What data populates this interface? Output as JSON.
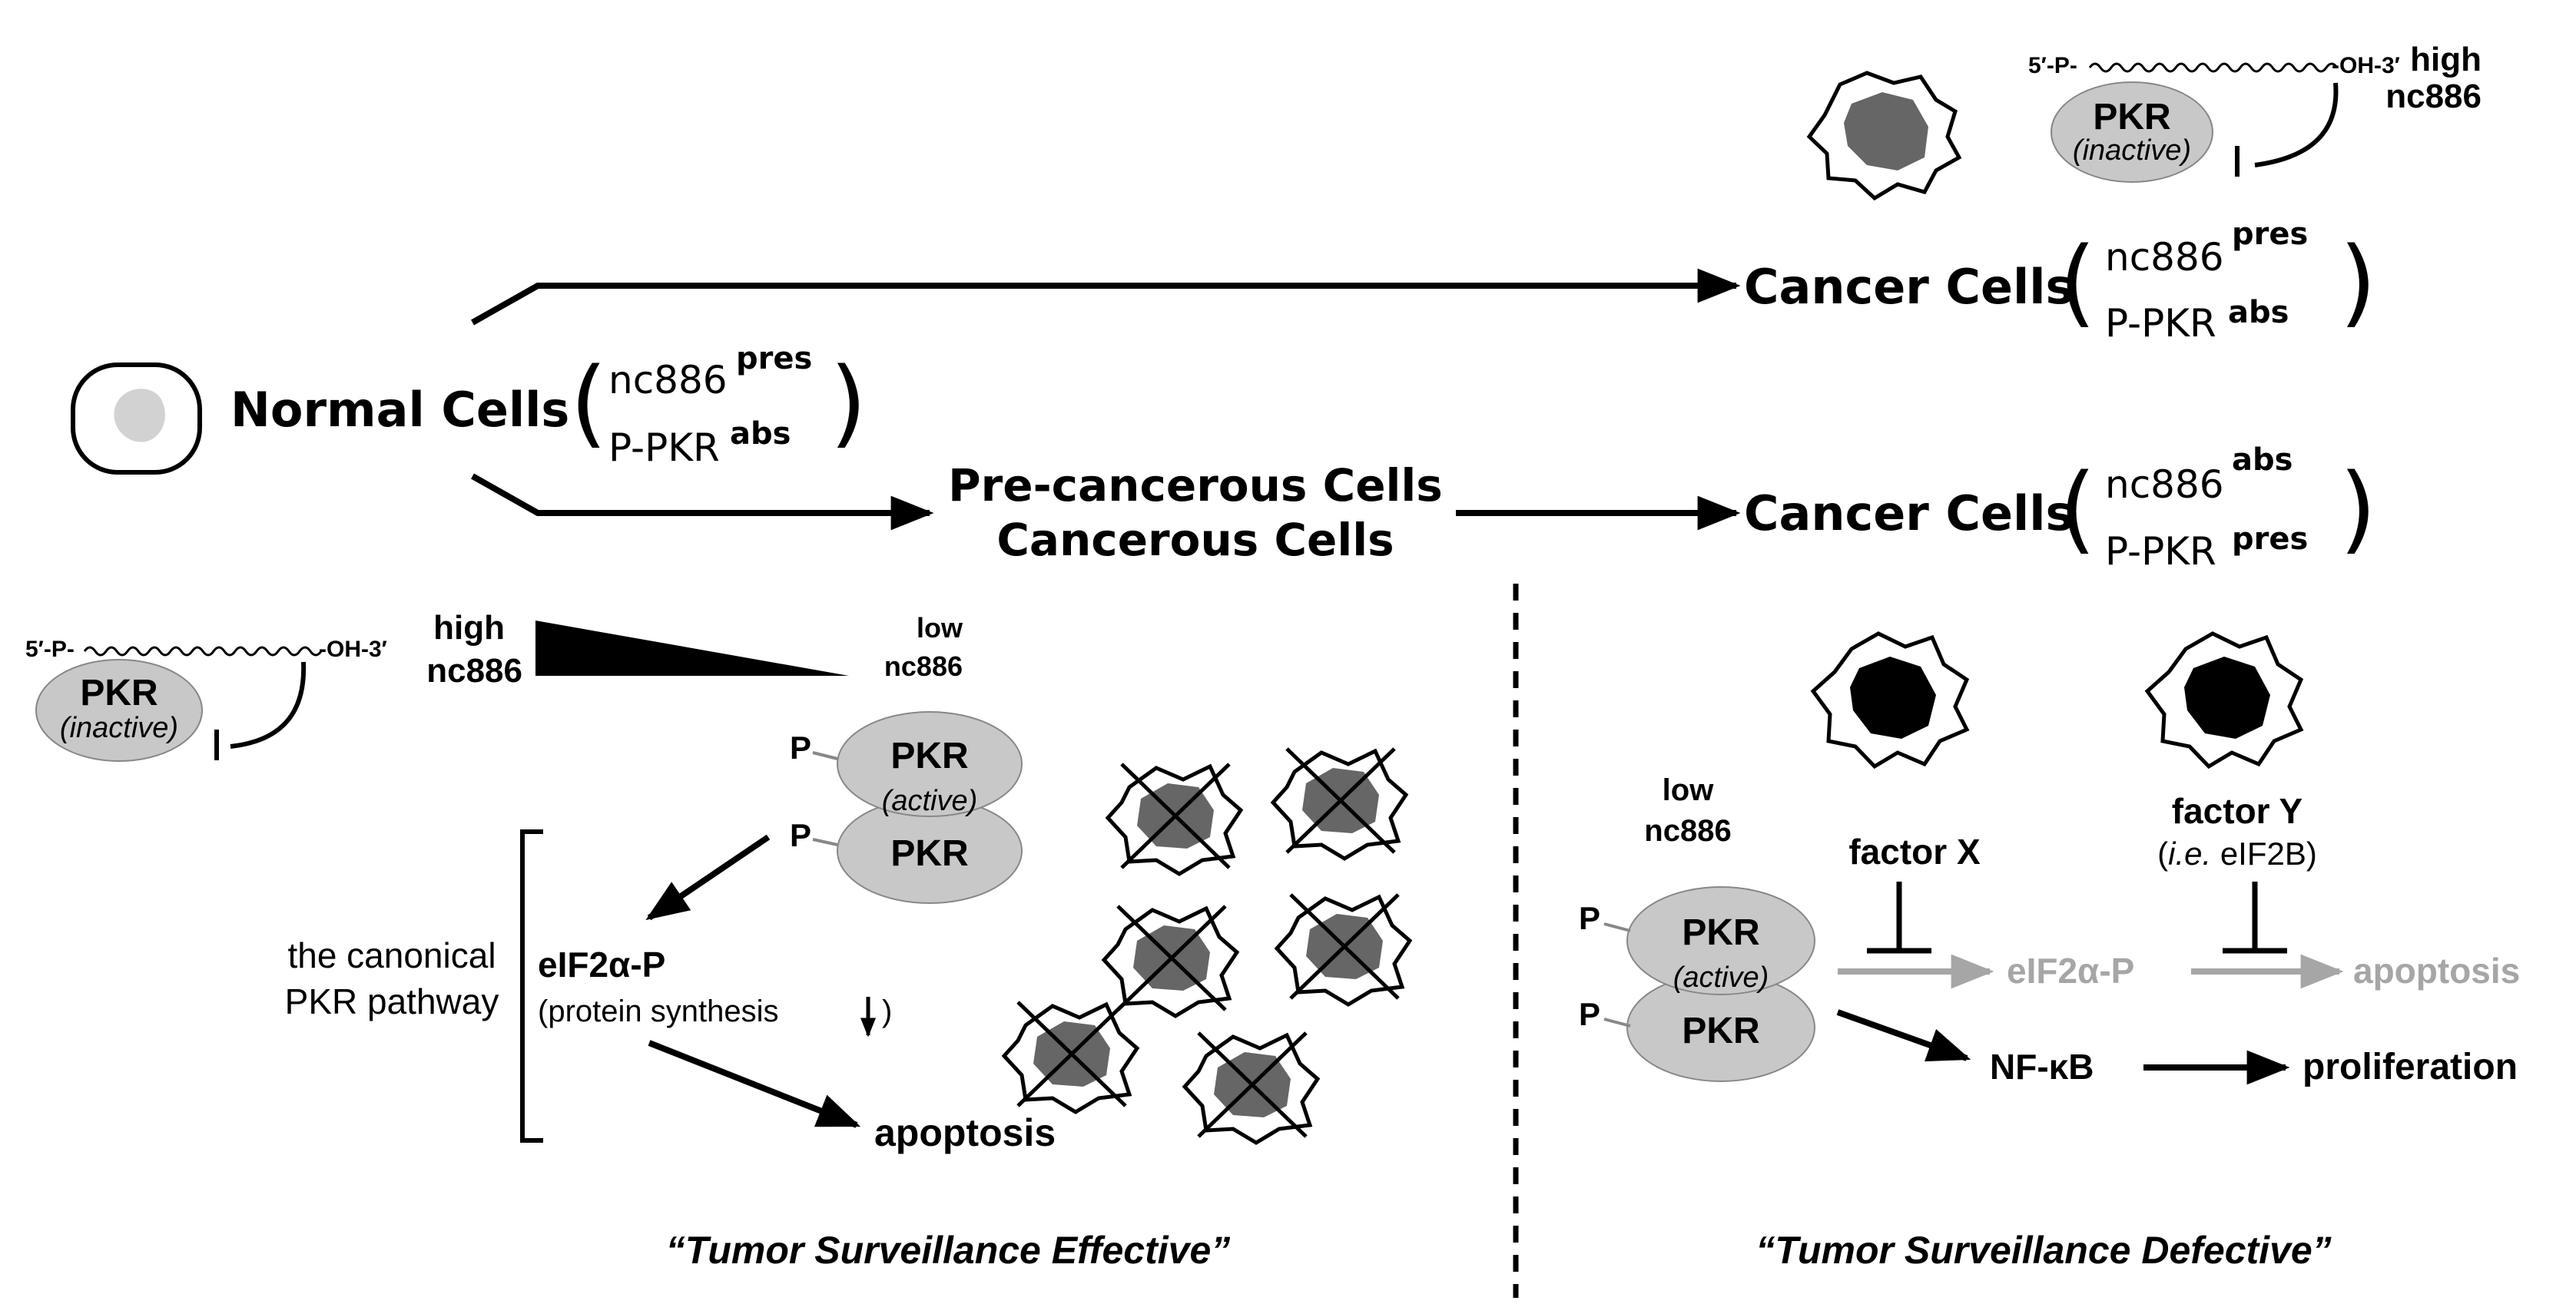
{
  "normal": {
    "label": "Normal Cells",
    "nc886": "nc886",
    "nc886_state": "pres",
    "ppkr": "P-PKR",
    "ppkr_state": "abs"
  },
  "cancer_top": {
    "label": "Cancer Cells",
    "nc886": "nc886",
    "nc886_state": "pres",
    "ppkr": "P-PKR",
    "ppkr_state": "abs"
  },
  "precancer": {
    "line1": "Pre-cancerous Cells",
    "line2": "Cancerous Cells"
  },
  "cancer_mid": {
    "label": "Cancer Cells",
    "nc886": "nc886",
    "nc886_state": "abs",
    "ppkr": "P-PKR",
    "ppkr_state": "pres"
  },
  "rna": {
    "five_prime": "5′-P-",
    "three_prime": "-OH-3′"
  },
  "top_right": {
    "pkr": "PKR",
    "pkr_state": "(inactive)",
    "high": "high",
    "nc886": "nc886"
  },
  "left": {
    "pkr": "PKR",
    "pkr_state": "(inactive)",
    "high": "high",
    "high_nc886": "nc886",
    "low": "low",
    "low_nc886": "nc886",
    "p1": "P",
    "p2": "P",
    "pkr_active_top": "PKR",
    "pkr_active_state": "(active)",
    "pkr_active_bottom": "PKR",
    "pathway_line1": "the canonical",
    "pathway_line2": "PKR pathway",
    "eif": "eIF2α-P",
    "protein": "(protein synthesis",
    "protein_close": ")",
    "apoptosis": "apoptosis",
    "caption": "“Tumor Surveillance Effective”"
  },
  "right": {
    "low": "low",
    "low_nc886": "nc886",
    "p1": "P",
    "p2": "P",
    "pkr_active_top": "PKR",
    "pkr_active_state": "(active)",
    "pkr_active_bottom": "PKR",
    "factor_x": "factor X",
    "factor_y": "factor Y",
    "factor_y_ie": "i.e.",
    "factor_y_detail": " eIF2B)",
    "factor_y_open": "(",
    "eif": "eIF2α-P",
    "apoptosis": "apoptosis",
    "nfkb": "NF-κB",
    "proliferation": "proliferation",
    "caption": "“Tumor Surveillance Defective”"
  },
  "colors": {
    "pkr_fill": "#c8c8c8",
    "greyed": "#a6a6a6",
    "nucleus_normal": "#d2d2d2",
    "nucleus_cancer": "#666666",
    "nucleus_defective": "#000000"
  }
}
